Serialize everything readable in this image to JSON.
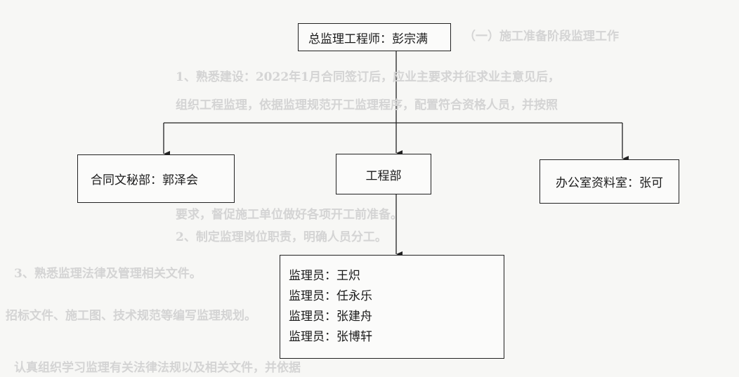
{
  "background_text": [
    "（一）施工准备阶段监理工作",
    "1、熟悉建设：2022年1月合同签订后，应业主要求并征求业主意见后，",
    "组织工程监理，依据监理规范开工监理程序，配置符合资格人员，并按照",
    "要求，督促施工单位做好各项开工前准备。",
    "2、制定监理岗位职责，明确人员分工。",
    "3、熟悉监理法律及管理相关文件。",
    "认真组织学习监理有关法律法规以及相关文件，并依据",
    "招标文件、施工图、技术规范等编写监理规划。"
  ],
  "org_chart": {
    "chief": "总监理工程师：彭宗满",
    "contract_office": "合同文秘部：郭泽会",
    "engineering": "工程部",
    "records_office": "办公室资料室：张可",
    "inspectors": [
      "监理员：王炽",
      "监理员：任永乐",
      "监理员：张建舟",
      "监理员：张博轩"
    ]
  }
}
